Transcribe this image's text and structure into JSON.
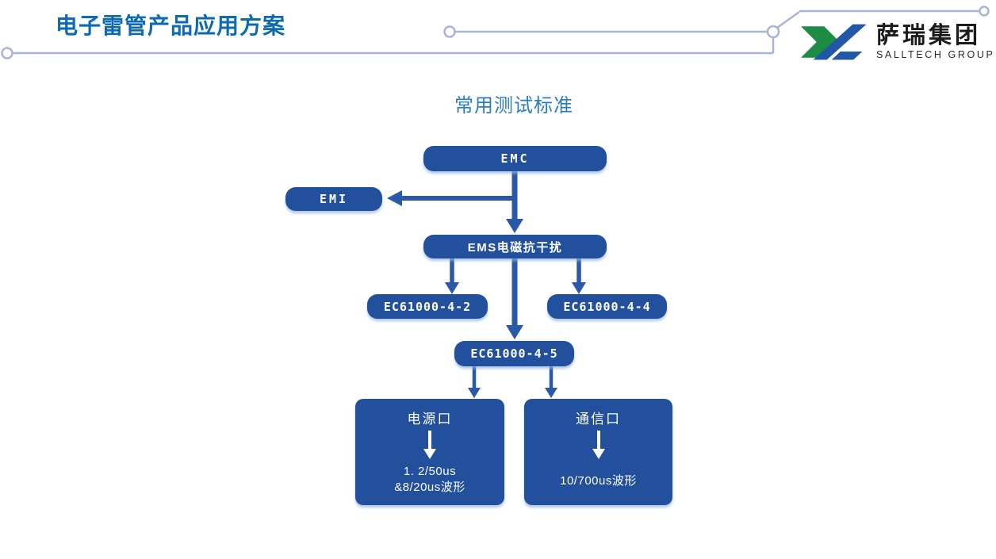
{
  "slide": {
    "title": "电子雷管产品应用方案",
    "logo": {
      "name": "萨瑞集团",
      "subtitle": "SALLTECH GROUP"
    },
    "diagram_title": "常用测试标准"
  },
  "flowchart": {
    "emc": "EMC",
    "emi": "EMI",
    "ems": "EMS电磁抗干扰",
    "ec61000_4_2": "EC61000-4-2",
    "ec61000_4_4": "EC61000-4-4",
    "ec61000_4_5": "EC61000-4-5",
    "power_port": {
      "title": "电源口",
      "line1": "1. 2/50us",
      "line2": "&8/20us波形"
    },
    "comm_port": {
      "title": "通信口",
      "line1": "10/700us波形"
    }
  },
  "colors": {
    "node_blue": "#23509d",
    "arrow_blue": "#2b58a8",
    "title_blue": "#0c69b4",
    "diagram_title_blue": "#2a7dc2",
    "decor_line": "#a9b4d6",
    "logo_green": "#1d8c45",
    "logo_blue": "#2057a7",
    "background": "#ffffff"
  }
}
